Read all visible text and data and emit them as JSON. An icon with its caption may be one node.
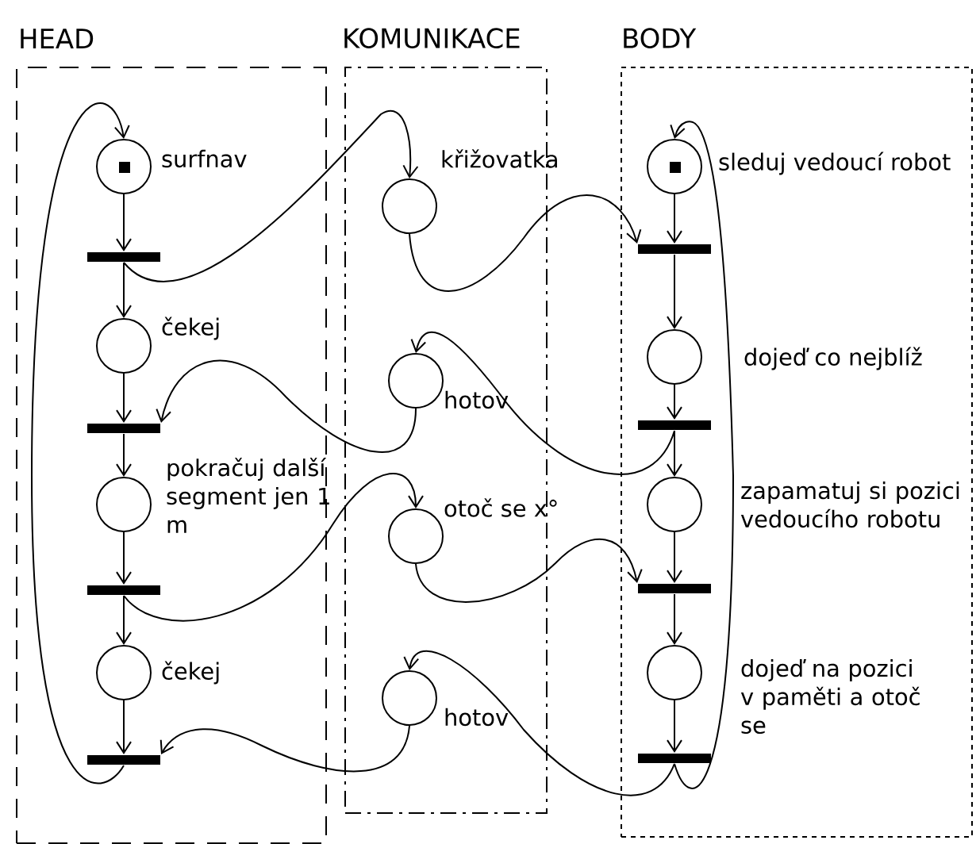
{
  "diagram": {
    "nodes": [
      {
        "text": [
          "HEAD"
        ]
      },
      {
        "text": [
          "KOMUNIKACE"
        ]
      },
      {
        "text": [
          "BODY"
        ]
      },
      {
        "text": [],
        "shape": "circle",
        "beside": [
          "surfnav"
        ],
        "in": 0
      },
      {
        "text": [],
        "shape": "bar",
        "in": 0
      },
      {
        "text": [],
        "shape": "circle",
        "beside": [
          "čekej"
        ],
        "in": 0
      },
      {
        "text": [],
        "shape": "bar",
        "in": 0
      },
      {
        "text": [],
        "shape": "circle",
        "beside": [
          "pokračuj další segment jen 1 m"
        ],
        "in": 0
      },
      {
        "text": [],
        "shape": "bar",
        "in": 0
      },
      {
        "text": [],
        "shape": "circle",
        "beside": [
          "čekej"
        ],
        "in": 0
      },
      {
        "text": [],
        "shape": "bar",
        "in": 0
      },
      {
        "text": [],
        "shape": "circle",
        "beside": [
          "křižovatka"
        ],
        "in": 1
      },
      {
        "text": [],
        "shape": "circle",
        "beside": [
          "hotov"
        ],
        "in": 1
      },
      {
        "text": [],
        "shape": "circle",
        "beside": [
          "otoč se x°"
        ],
        "in": 1
      },
      {
        "text": [],
        "shape": "circle",
        "beside": [
          "hotov"
        ],
        "in": 1
      },
      {
        "text": [],
        "shape": "circle",
        "beside": [
          "sleduj vedoucí robot"
        ],
        "in": 2
      },
      {
        "text": [],
        "shape": "bar",
        "in": 2
      },
      {
        "text": [],
        "shape": "circle",
        "beside": [
          "dojeď co nejblíž"
        ],
        "in": 2
      },
      {
        "text": [],
        "shape": "bar",
        "in": 2
      },
      {
        "text": [],
        "shape": "circle",
        "beside": [
          "zapamatuj si pozici vedoucího robotu"
        ],
        "in": 2
      },
      {
        "text": [],
        "shape": "bar",
        "in": 2
      },
      {
        "text": [],
        "shape": "circle",
        "beside": [
          "dojeď na pozici v paměti a otoč se"
        ],
        "in": 2
      },
      {
        "text": [],
        "shape": "bar",
        "in": 2
      }
    ],
    "edges": [
      {
        "from": 3,
        "to": 4,
        "arrow": "to"
      },
      {
        "from": 4,
        "to": 5,
        "arrow": "to"
      },
      {
        "from": 5,
        "to": 6,
        "arrow": "to"
      },
      {
        "from": 6,
        "to": 7,
        "arrow": "to"
      },
      {
        "from": 7,
        "to": 8,
        "arrow": "to"
      },
      {
        "from": 8,
        "to": 9,
        "arrow": "to"
      },
      {
        "from": 9,
        "to": 10,
        "arrow": "to"
      },
      {
        "from": 10,
        "to": 3,
        "arrow": "to"
      },
      {
        "from": 4,
        "to": 11,
        "arrow": "to"
      },
      {
        "from": 11,
        "to": 16,
        "arrow": "to"
      },
      {
        "from": 18,
        "to": 12,
        "arrow": "to"
      },
      {
        "from": 12,
        "to": 6,
        "arrow": "to"
      },
      {
        "from": 8,
        "to": 13,
        "arrow": "to"
      },
      {
        "from": 13,
        "to": 20,
        "arrow": "to"
      },
      {
        "from": 22,
        "to": 14,
        "arrow": "to"
      },
      {
        "from": 14,
        "to": 10,
        "arrow": "to"
      },
      {
        "from": 15,
        "to": 16,
        "arrow": "to"
      },
      {
        "from": 16,
        "to": 17,
        "arrow": "to"
      },
      {
        "from": 17,
        "to": 18,
        "arrow": "to"
      },
      {
        "from": 18,
        "to": 19,
        "arrow": "to"
      },
      {
        "from": 19,
        "to": 20,
        "arrow": "to"
      },
      {
        "from": 20,
        "to": 21,
        "arrow": "to"
      },
      {
        "from": 21,
        "to": 22,
        "arrow": "to"
      },
      {
        "from": 22,
        "to": 15,
        "arrow": "to"
      }
    ]
  }
}
